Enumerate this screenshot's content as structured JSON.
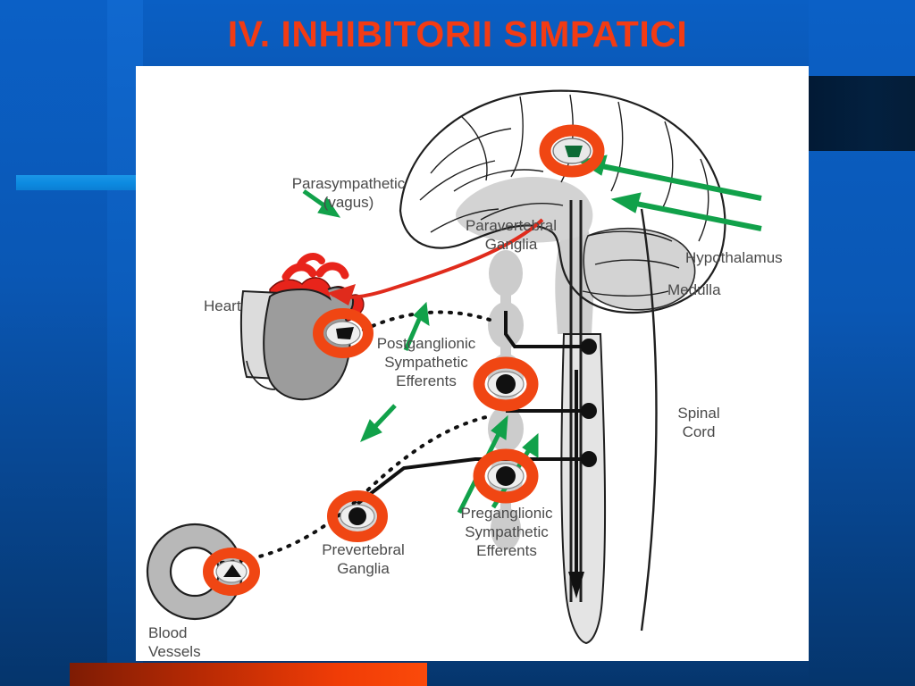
{
  "slide": {
    "title": "IV. INHIBITORII SIMPATICI",
    "title_color": "#f23b14",
    "background_color": "#0a5fc4",
    "accent_bar_color": "#0c8ae0",
    "footer_bar_color": "#f03c06"
  },
  "figure": {
    "title": "Autonomic nervous system schematic",
    "marker_color": "#f04613",
    "arrow_parasympathetic_color": "#e02b1c",
    "arrow_pointer_color": "#11a14a",
    "labels": {
      "parasympathetic": "Parasympathetic",
      "parasympathetic_sub": "(vagus)",
      "paravertebral_1": "Paravertebral",
      "paravertebral_2": "Ganglia",
      "hypothalamus": "Hypothalamus",
      "medulla": "Medulla",
      "heart": "Heart",
      "postganglionic_1": "Postganglionic",
      "postganglionic_2": "Sympathetic",
      "postganglionic_3": "Efferents",
      "preganglionic_1": "Preganglionic",
      "preganglionic_2": "Sympathetic",
      "preganglionic_3": "Efferents",
      "spinal_1": "Spinal",
      "spinal_2": "Cord",
      "prevertebral_1": "Prevertebral",
      "prevertebral_2": "Ganglia",
      "blood_1": "Blood",
      "blood_2": "Vessels"
    }
  }
}
